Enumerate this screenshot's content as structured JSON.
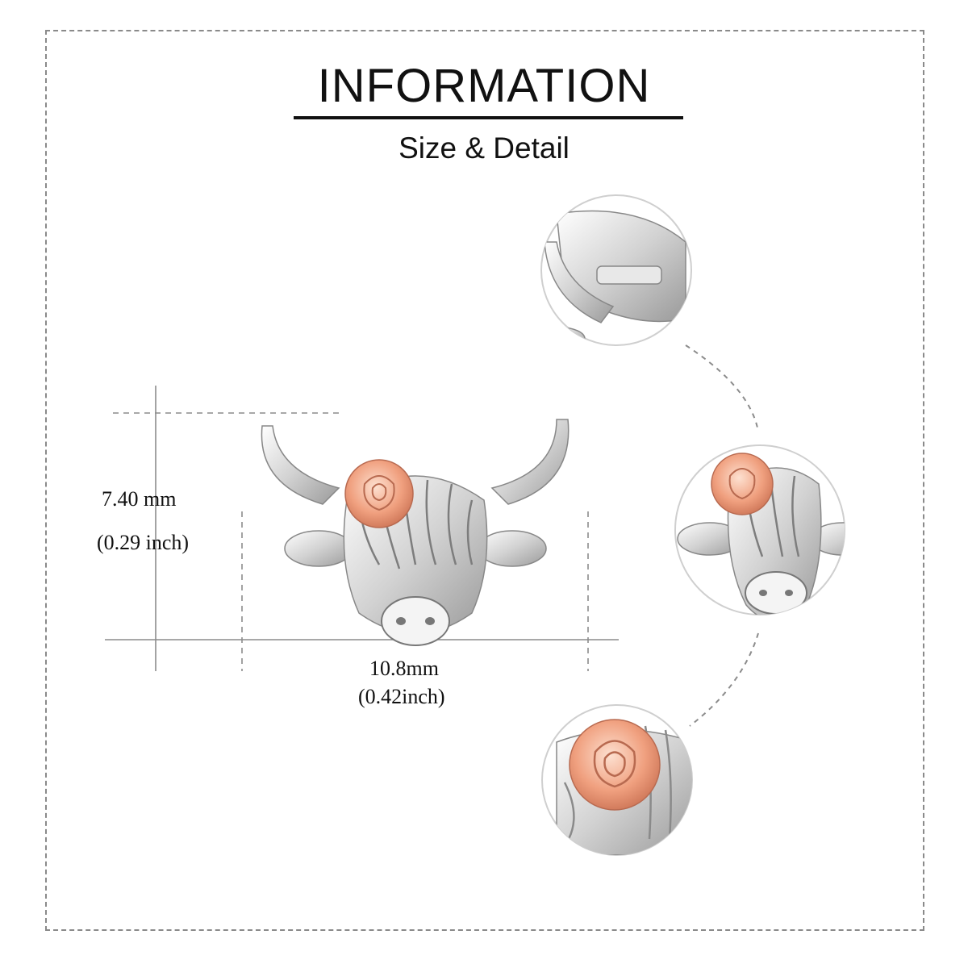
{
  "header": {
    "title": "INFORMATION",
    "subtitle": "Size & Detail"
  },
  "dimensions": {
    "height_mm": "7.40 mm",
    "height_inch": "(0.29 inch)",
    "width_mm": "10.8mm",
    "width_inch": "(0.42inch)"
  },
  "colors": {
    "silver": "#d9d9d9",
    "rose_gold": "#f0a07f",
    "guide_line": "#8c8c8c"
  }
}
